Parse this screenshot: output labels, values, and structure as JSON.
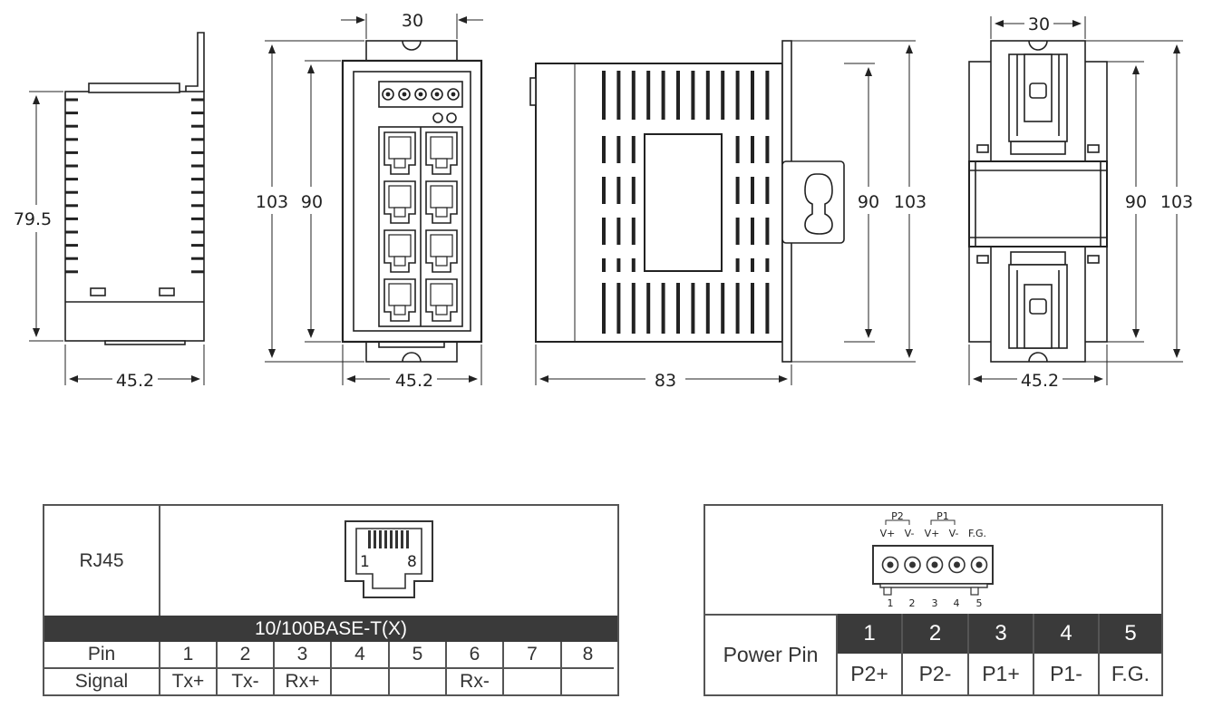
{
  "dimensions": {
    "side_height": "79.5",
    "side_width": "45.2",
    "front_top_width": "30",
    "front_outer_height": "103",
    "front_inner_height": "90",
    "front_width": "45.2",
    "depth": "83",
    "depth_inner_height": "90",
    "depth_outer_height": "103",
    "rear_top_width": "30",
    "rear_inner_height": "90",
    "rear_outer_height": "103",
    "rear_width": "45.2"
  },
  "rj45_table": {
    "label": "RJ45",
    "jack_pin_first": "1",
    "jack_pin_last": "8",
    "standard": "10/100BASE-T(X)",
    "pin_header": "Pin",
    "signal_header": "Signal",
    "pins": [
      "1",
      "2",
      "3",
      "4",
      "5",
      "6",
      "7",
      "8"
    ],
    "signals": [
      "Tx+",
      "Tx-",
      "Rx+",
      "",
      "",
      "Rx-",
      "",
      ""
    ]
  },
  "power_table": {
    "connector": {
      "group_p2": "P2",
      "group_p1": "P1",
      "terminal_labels": [
        "V+",
        "V-",
        "V+",
        "V-",
        "F.G."
      ],
      "pin_numbers": [
        "1",
        "2",
        "3",
        "4",
        "5"
      ]
    },
    "label": "Power Pin",
    "pins": [
      "1",
      "2",
      "3",
      "4",
      "5"
    ],
    "signals": [
      "P2+",
      "P2-",
      "P1+",
      "P1-",
      "F.G."
    ]
  }
}
